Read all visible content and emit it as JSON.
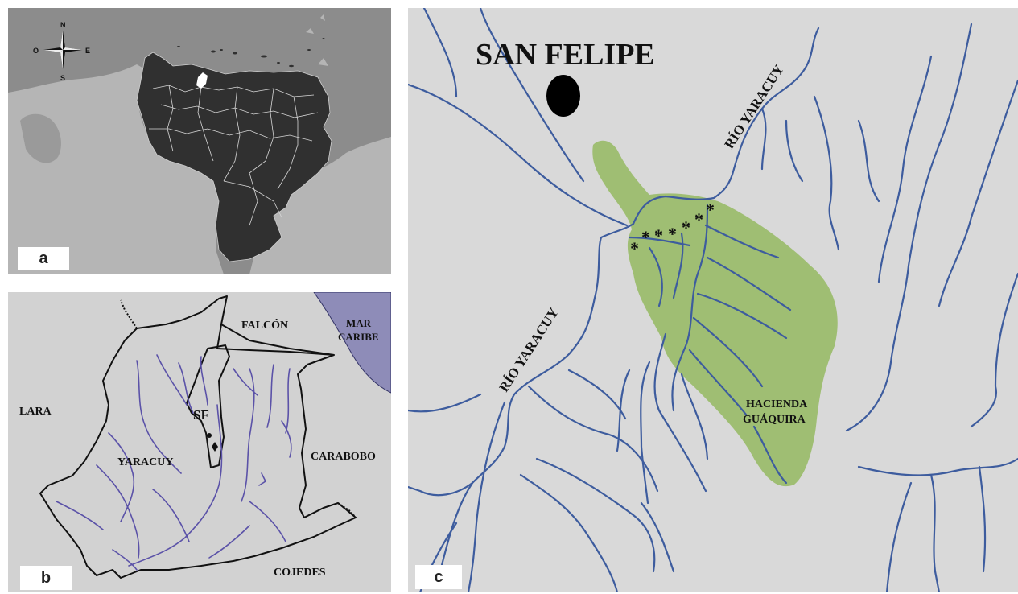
{
  "panels": {
    "a": {
      "tag": "a",
      "compass": {
        "north": "N",
        "south": "S",
        "east": "E",
        "west": "O"
      }
    },
    "b": {
      "tag": "b",
      "labels": {
        "falcon": "FALCÓN",
        "mar_caribe_line1": "MAR",
        "mar_caribe_line2": "CARIBE",
        "lara": "LARA",
        "sf": "SF",
        "yaracuy": "YARACUY",
        "carabobo": "CARABOBO",
        "cojedes": "COJEDES"
      }
    },
    "c": {
      "tag": "c",
      "labels": {
        "san_felipe": "SAN FELIPE",
        "rio_yaracuy_north": "RÍO YARACUY",
        "rio_yaracuy_south": "RÍO YARACUY",
        "hacienda_line1": "HACIENDA",
        "hacienda_line2": "GUÁQUIRA"
      },
      "site_markers": [
        "*",
        "*",
        "*",
        "*",
        "*",
        "*",
        "*"
      ]
    }
  },
  "colors": {
    "ocean_a": "#8c8c8c",
    "land_a": "#b8b8b8",
    "venezuela": "#303030",
    "highlight": "#ffffff",
    "background_b": "#d2d2d2",
    "sea_b": "#8e8cb8",
    "river_b": "#5b52a8",
    "background_c": "#d9d9d9",
    "hacienda_fill": "#9fbe73",
    "river_c": "#3d5c9e"
  }
}
